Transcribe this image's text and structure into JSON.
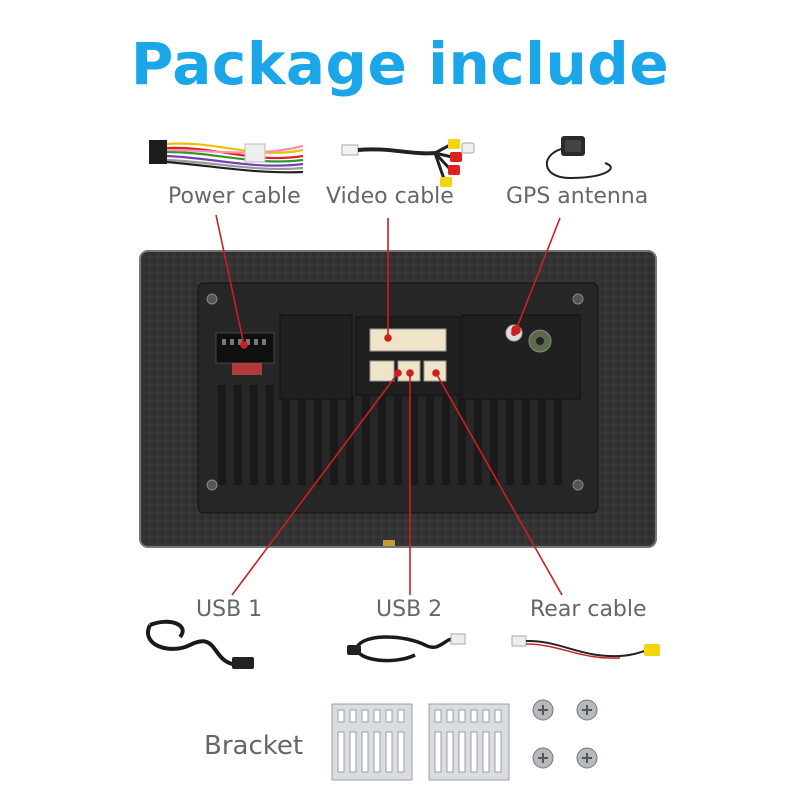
{
  "title": "Package include",
  "items": {
    "power_cable": "Power cable",
    "video_cable": "Video cable",
    "gps_antenna": "GPS antenna",
    "usb1": "USB 1",
    "usb2": "USB 2",
    "rear_cable": "Rear cable",
    "bracket": "Bracket"
  },
  "colors": {
    "title": "#1aa6e8",
    "label": "#666666",
    "callout": "#cc1f1f",
    "unit_body": "#2e2e2e"
  },
  "icons": [
    "wire-harness-icon",
    "rca-cable-icon",
    "gps-antenna-icon",
    "usb-cable-icon",
    "mounting-bracket-icon",
    "screw-icon"
  ]
}
